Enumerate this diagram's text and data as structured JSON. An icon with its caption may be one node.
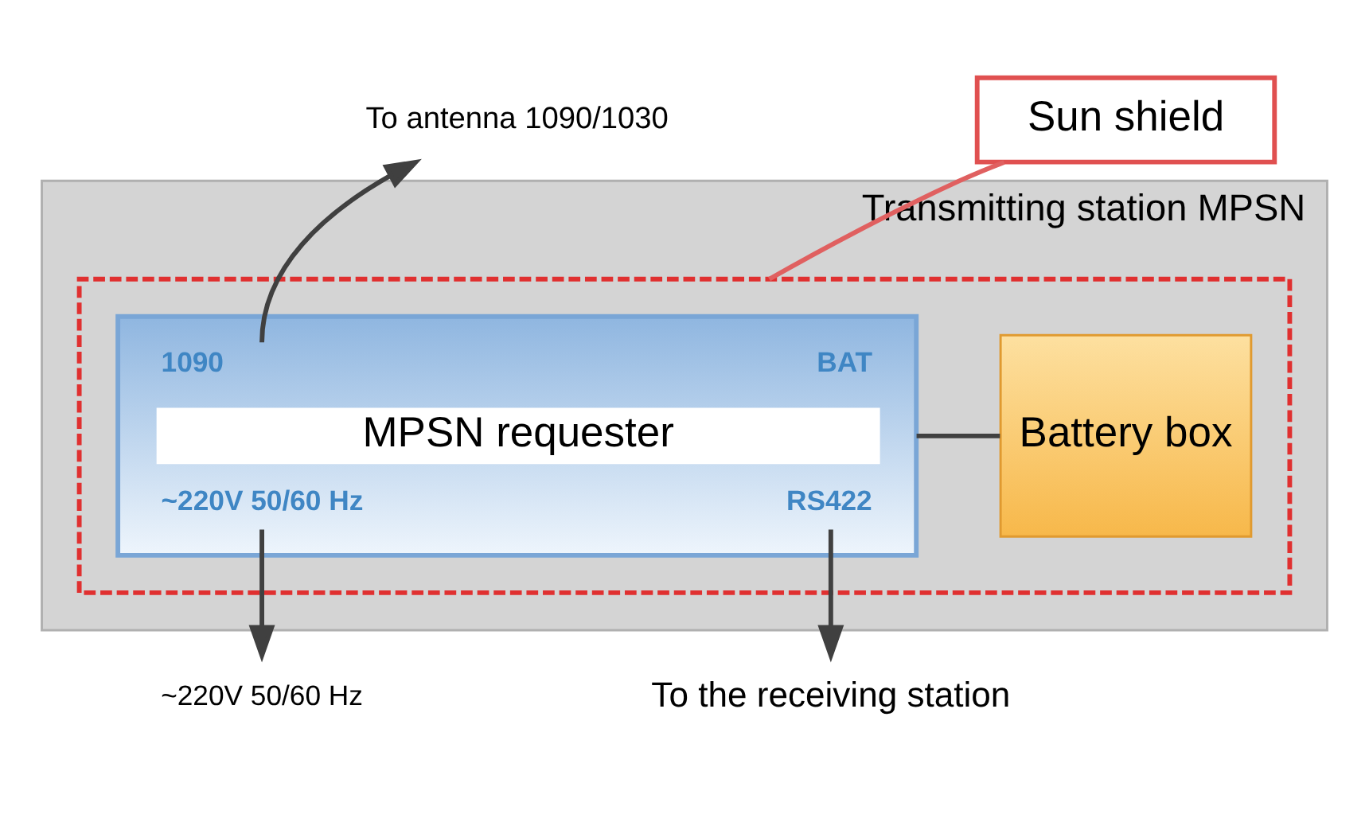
{
  "diagram": {
    "nodes": [
      {
        "text": [
          "To antenna 1090/1030"
        ]
      },
      {
        "text": [
          "Sun shield"
        ]
      },
      {
        "text": [
          "Transmitting station MPSN"
        ]
      },
      {
        "text": [],
        "shape": "box",
        "in": 2
      },
      {
        "text": [
          "1090",
          "BAT",
          "MPSN requester",
          "~220V 50/60 Hz",
          "RS422"
        ],
        "in": 3
      },
      {
        "text": [
          "Battery box"
        ],
        "in": 3
      },
      {
        "text": [
          "~220V 50/60 Hz"
        ]
      },
      {
        "text": [
          "To the receiving station"
        ]
      }
    ],
    "edges": [
      {
        "from": 4,
        "to": 0,
        "arrow": "to"
      },
      {
        "from": 1,
        "to": 3,
        "arrow": "none",
        "color": "#e06060"
      },
      {
        "from": 4,
        "to": 5,
        "arrow": "none"
      },
      {
        "from": 4,
        "to": 6,
        "arrow": "to"
      },
      {
        "from": 4,
        "to": 7,
        "arrow": "to"
      }
    ]
  }
}
